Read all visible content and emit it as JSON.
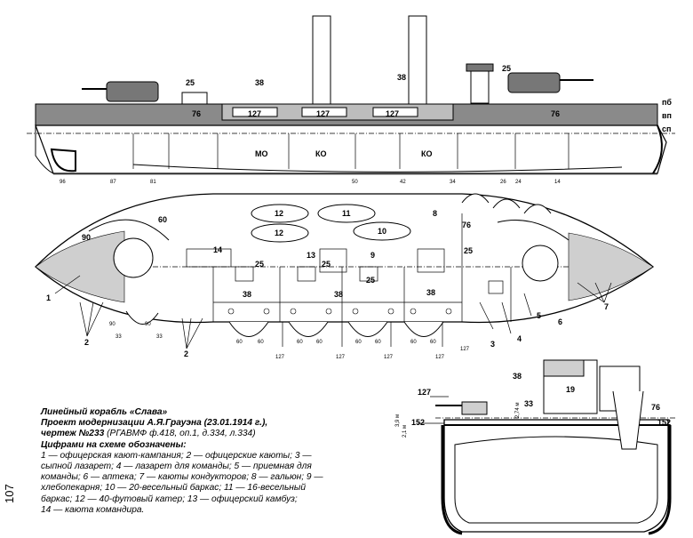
{
  "caption": {
    "title": "Линейный корабль «Слава»",
    "project": "Проект модернизации А.Я.Грауэна (23.01.1914 г.),",
    "drawing": "чертеж №233",
    "archive": "(РГАВМФ ф.418, оп.1, д.334, л.334)",
    "legend_heading": "Цифрами на схеме обозначены:",
    "legend_lines": [
      "1 — офицерская кают-кампания; 2 — офицерские каюты; 3 —",
      "сыпной лазарет; 4 — лазарет для команды; 5 — приемная для",
      "команды; 6 — аптека; 7 — каюты кондукторов; 8 — гальюн; 9 —",
      "хлебопекарня; 10 — 20-весельный баркас; 11 — 16-весельный",
      "баркас;  12 — 40-футовый  катер; 13 — офицерский камбуз;",
      "14 — каюта командира."
    ]
  },
  "page_number": "107",
  "side_view": {
    "waterline_labels": [
      "пб",
      "вп",
      "сп"
    ],
    "frames": [
      "96",
      "87",
      "81",
      "50",
      "42",
      "34",
      "26",
      "24",
      "14"
    ],
    "compartments": [
      "МО",
      "КО",
      "КО"
    ],
    "labels": {
      "l25a": "25",
      "l38a": "38",
      "l38b": "38",
      "l25b": "25",
      "l76a": "76",
      "l76b": "76",
      "l127a": "127",
      "l127b": "127",
      "l127c": "127"
    }
  },
  "plan_view": {
    "labels": {
      "n60": "60",
      "n90": "90",
      "n12a": "12",
      "n11": "11",
      "n12b": "12",
      "n10": "10",
      "n8": "8",
      "n76": "76",
      "n14": "14",
      "n13": "13",
      "n9": "9",
      "n25a": "25",
      "n25b": "25",
      "n25c": "25",
      "n25d": "25",
      "n38a": "38",
      "n38b": "38",
      "n38c": "38",
      "n1": "1",
      "n2a": "2",
      "n2b": "2",
      "n3": "3",
      "n4": "4",
      "n5": "5",
      "n6": "6",
      "n7": "7",
      "p90": "90",
      "p33a": "33",
      "p90b": "90",
      "p33b": "33",
      "p60a": "60",
      "p60b": "60",
      "p60c": "60",
      "p60d": "60",
      "p60e": "60",
      "p60f": "60",
      "p60g": "60",
      "p60h": "60",
      "p127a": "127",
      "p127b": "127",
      "p127c": "127",
      "p127d": "127",
      "p127e": "127"
    }
  },
  "section_view": {
    "labels": {
      "s127": "127",
      "s38": "38",
      "s19": "19",
      "s33": "33",
      "s76": "76",
      "s152a": "152",
      "s152b": "152",
      "s39": "3,9 м",
      "s21": "2,1 м",
      "s274": "2,74 м"
    }
  }
}
